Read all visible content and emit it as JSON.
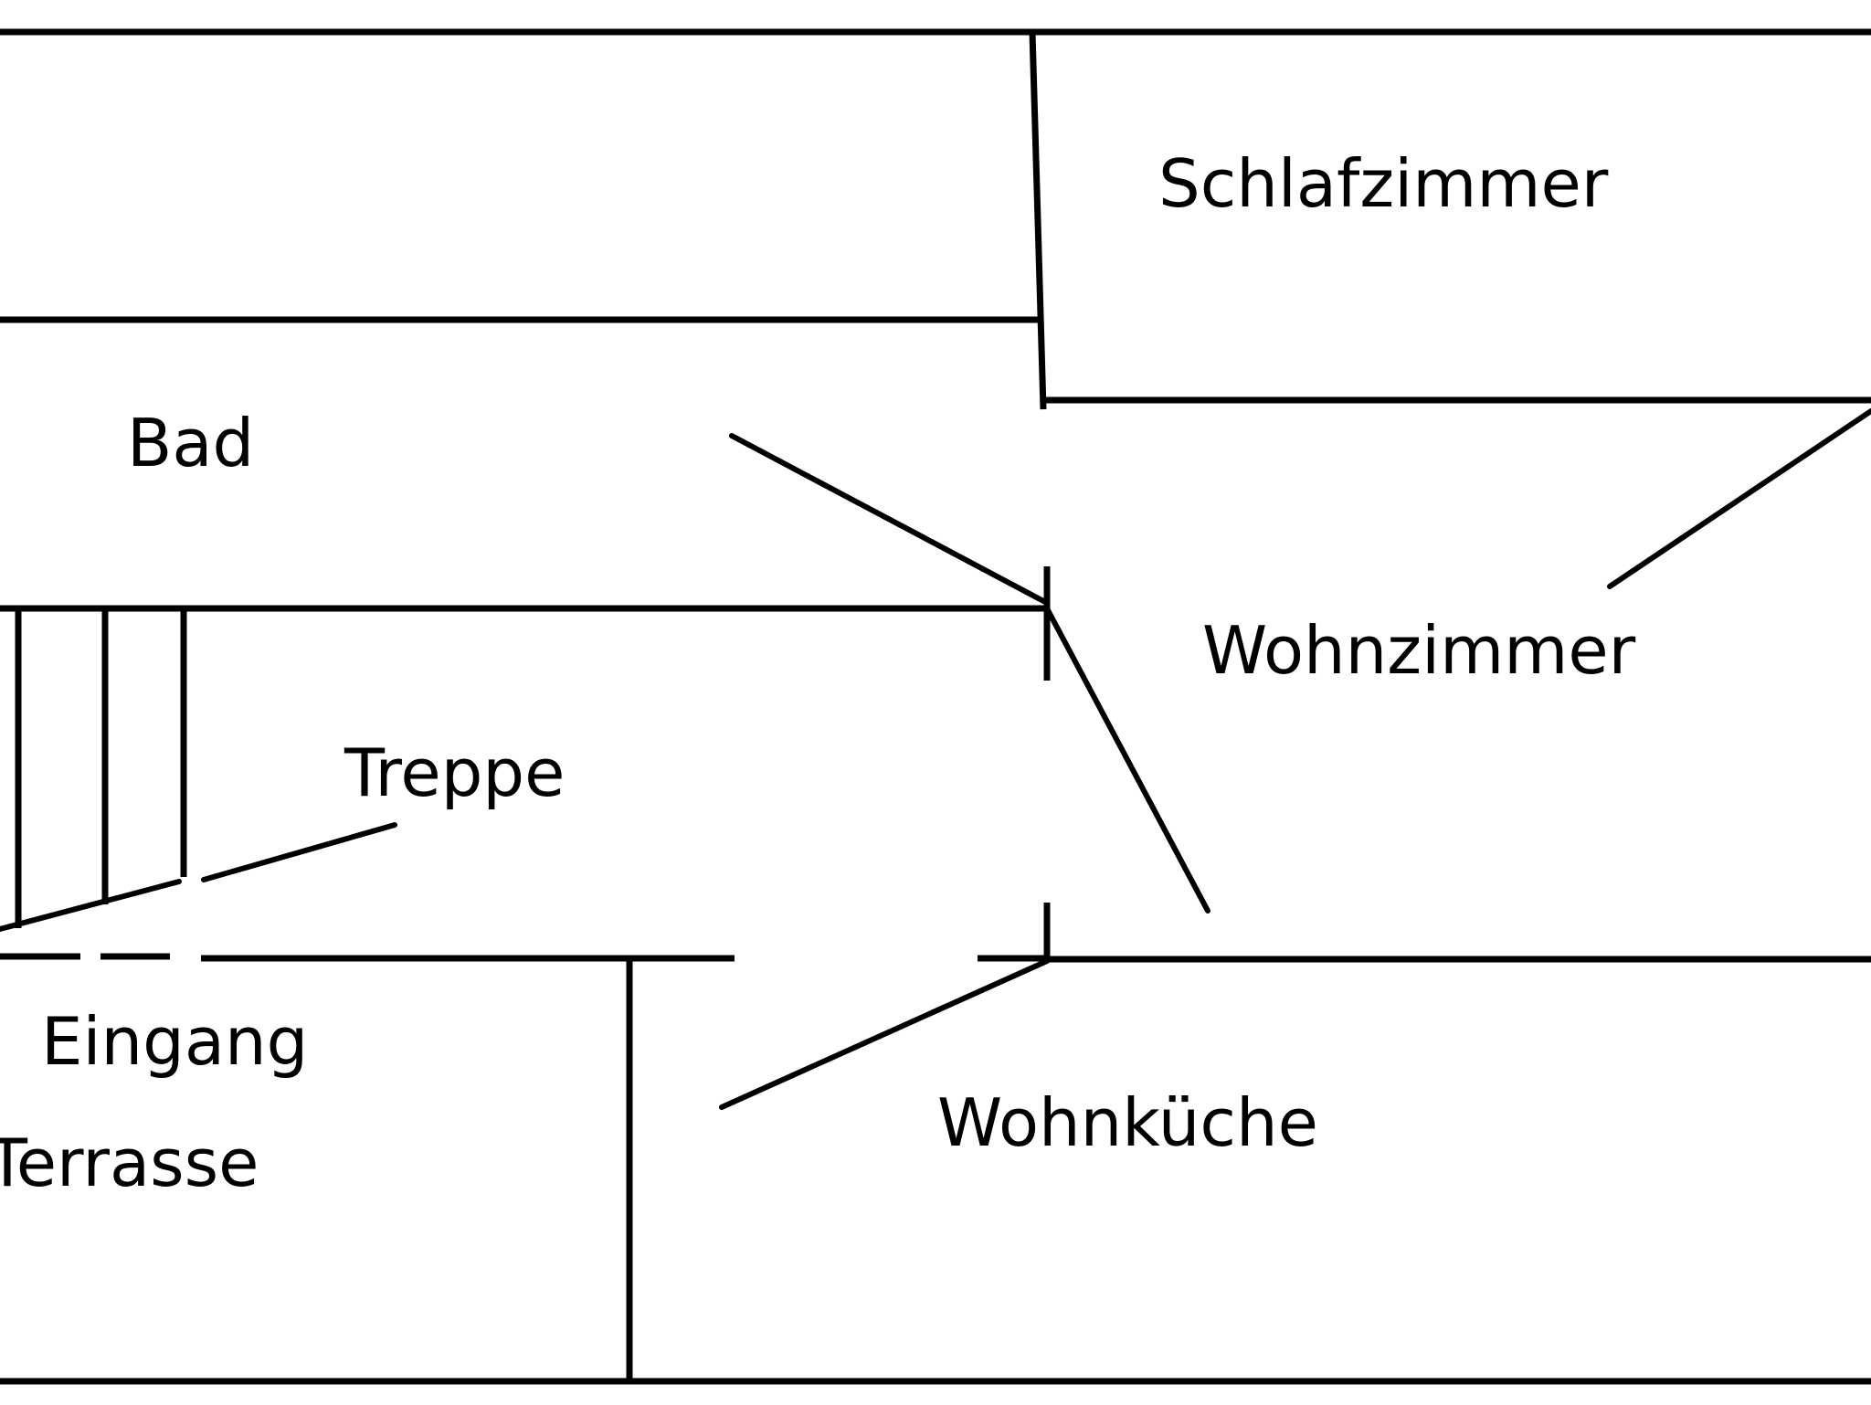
{
  "rooms": {
    "schlafzimmer": "Schlafzimmer",
    "bad": "Bad",
    "wohnzimmer": "Wohnzimmer",
    "treppe": "Treppe",
    "eingang": "Eingang",
    "terrasse": "Terrasse",
    "wohnkueche": "Wohnküche"
  },
  "colors": {
    "line": "#000000",
    "background": "#ffffff"
  }
}
